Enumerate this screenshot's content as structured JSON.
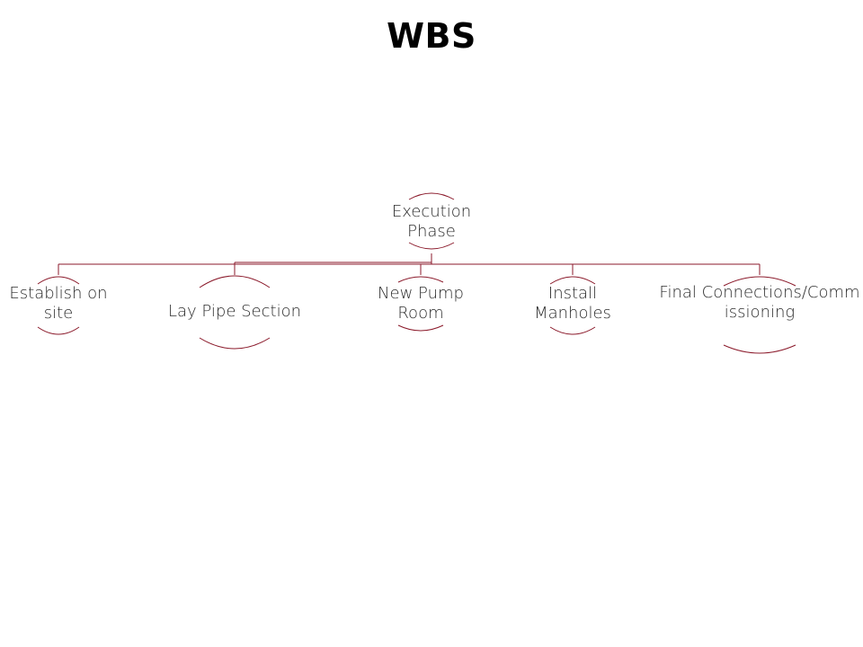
{
  "slide": {
    "title": "WBS"
  },
  "colors": {
    "accent": "#8B1A2B",
    "text": "#2b2b2b",
    "title": "#000000",
    "background": "#ffffff"
  },
  "wbs": {
    "root": {
      "label": "Execution Phase"
    },
    "children": [
      {
        "label": "Establish on site"
      },
      {
        "label": "Lay Pipe Section"
      },
      {
        "label": "New Pump Room"
      },
      {
        "label": "Install Manholes"
      },
      {
        "label": "Final Connections/Commissioning"
      }
    ]
  }
}
